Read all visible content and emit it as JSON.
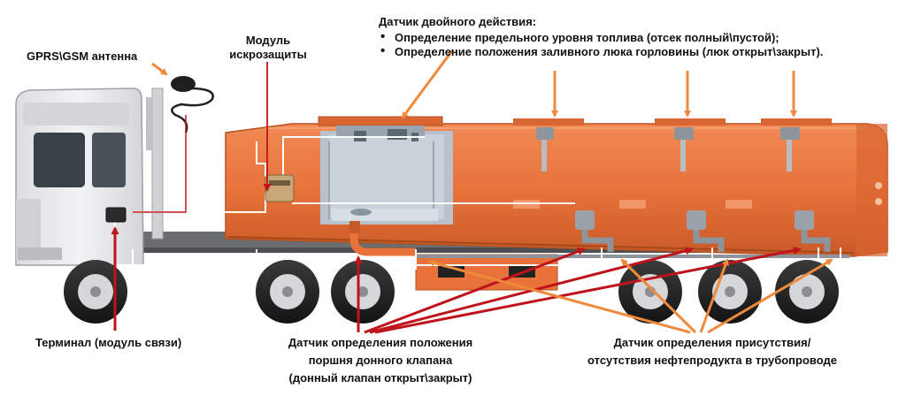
{
  "labels": {
    "antenna": "GPRS\\GSM антенна",
    "barrier_line1": "Модуль",
    "barrier_line2": "искрозащиты",
    "dual_title": "Датчик двойного действия:",
    "dual_bullets": [
      "Определение предельного уровня топлива (отсек полный\\пустой);",
      "Определение положения заливного люка горловины (люк открыт\\закрыт)."
    ],
    "terminal": "Терминал (модуль связи)",
    "piston_line1": "Датчик определения положения",
    "piston_line2": "поршня донного клапана",
    "piston_line3": "(донный клапан открыт\\закрыт)",
    "presence_line1": "Датчик определения присутствия/",
    "presence_line2": "отсутствия нефтепродукта в трубопроводе"
  },
  "colors": {
    "tank": "#e8723a",
    "arrow_orange": "#ef8a3c",
    "arrow_red": "#c0141c",
    "cab": "#e9eaec",
    "wiring": "#ffffff"
  }
}
